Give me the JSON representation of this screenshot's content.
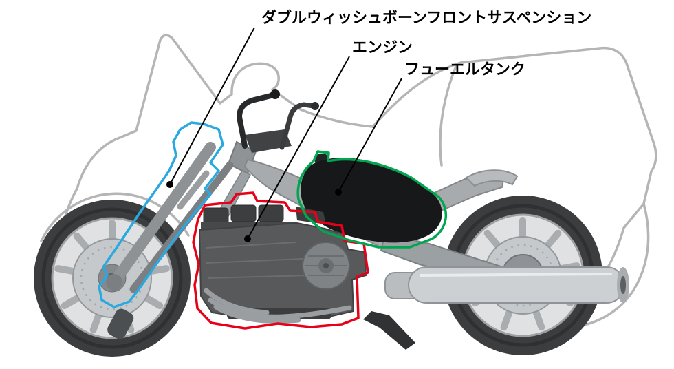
{
  "diagram": {
    "subject": "motorcycle chassis cutaway with component callouts",
    "callouts": [
      {
        "id": "front-suspension",
        "label": "ダブルウィッシュボーンフロントサスペンション",
        "color": "#2aa8e0"
      },
      {
        "id": "engine",
        "label": "エンジン",
        "color": "#e60018"
      },
      {
        "id": "fuel-tank",
        "label": "フューエルタンク",
        "color": "#00a650"
      }
    ],
    "colors": {
      "front_suspension_highlight": "#2aa8e0",
      "engine_highlight": "#e60018",
      "fuel_tank_highlight": "#00a650",
      "body_outline": "#b5b5b5",
      "leader": "#000000"
    }
  }
}
